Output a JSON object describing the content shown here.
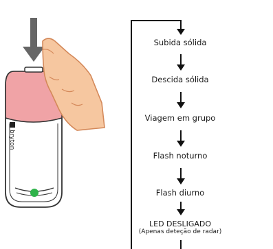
{
  "device": {
    "brand": "bryton",
    "led_color": "#2fb34a",
    "top_color": "#f0a3a6",
    "arrow_color": "#666666"
  },
  "modes": [
    {
      "label": "Subida sólida"
    },
    {
      "label": "Descida sólida"
    },
    {
      "label": "Viagem em grupo"
    },
    {
      "label": "Flash noturno"
    },
    {
      "label": "Flash diurno"
    },
    {
      "label": "LED DESLIGADO",
      "sub": "(Apenas deteção de radar)"
    }
  ]
}
